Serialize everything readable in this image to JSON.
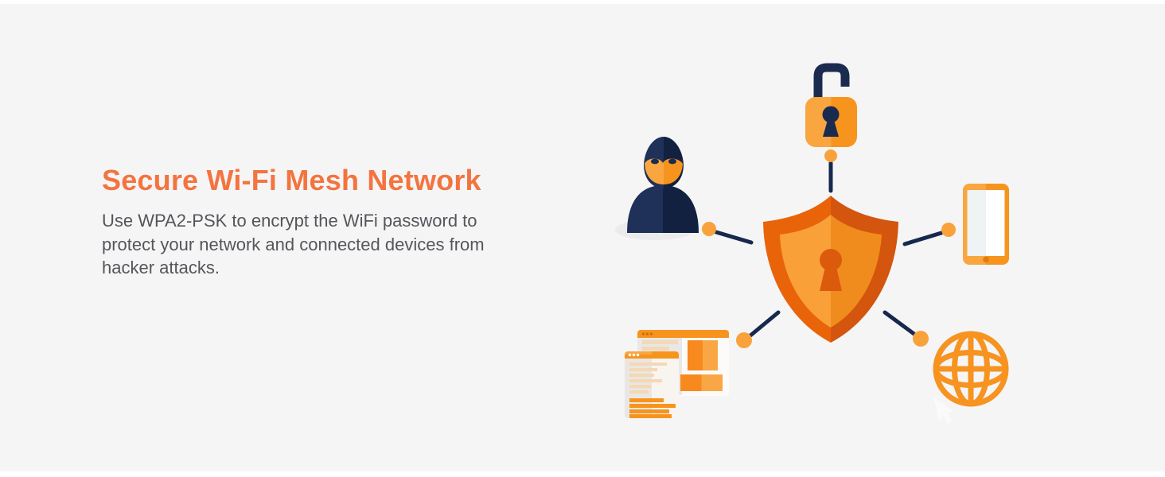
{
  "page": {
    "background_color": "#f5f5f6",
    "frame_color": "#ffffff"
  },
  "hero": {
    "title": "Secure Wi-Fi Mesh Network",
    "description": "Use WPA2-PSK to encrypt the WiFi password to protect your network and connected devices from hacker attacks."
  },
  "theme": {
    "title_color": "#f3743f",
    "body_text_color": "#54565a",
    "navy": "#16294d",
    "orange": "#f7941e",
    "orange_light": "#f9a640",
    "dot_orange": "#f9a23c",
    "shield_border_light": "#e96409",
    "shield_border_dark": "#d4550e",
    "shield_inner_light": "#f9a039",
    "shield_inner_dark": "#f08c1d",
    "keyhole_orange": "#dc5a0c"
  },
  "illustration": {
    "description": "Orange security shield with keyhole connected by lines and dots to an open padlock, hooded hacker, tablet device, browser windows and internet globe with cursor",
    "icons": [
      "open-padlock-icon",
      "hacker-icon",
      "shield-keyhole-icon",
      "tablet-icon",
      "browser-windows-icon",
      "globe-icon",
      "cursor-icon"
    ]
  }
}
